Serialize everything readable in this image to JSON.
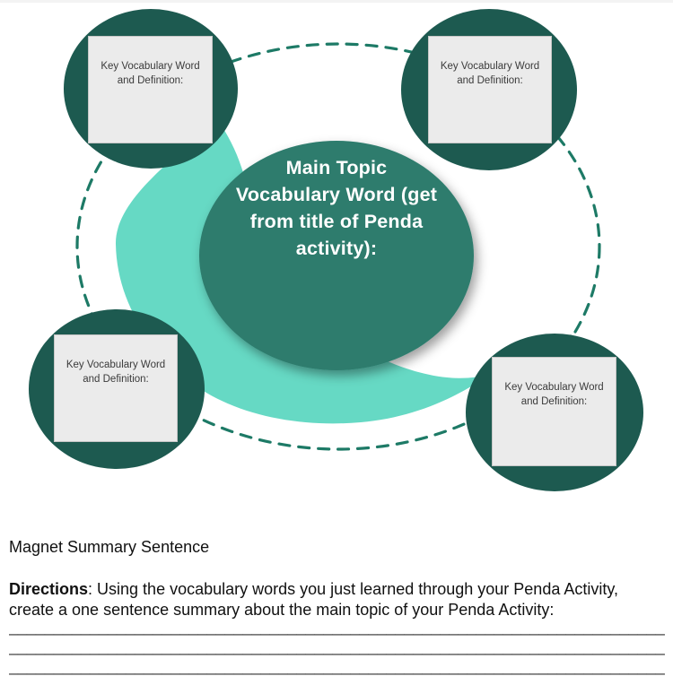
{
  "diagram": {
    "center_label": "Main Topic\nVocabulary Word (get\nfrom title of Penda\nactivity):",
    "boxes": [
      {
        "position": "top-left",
        "label": "Key Vocabulary Word\nand Definition:"
      },
      {
        "position": "top-right",
        "label": "Key Vocabulary Word\nand Definition:"
      },
      {
        "position": "bottom-left",
        "label": "Key Vocabulary Word\nand Definition:"
      },
      {
        "position": "bottom-right",
        "label": "Key Vocabulary Word\nand Definition:"
      }
    ],
    "colors": {
      "circle": "#1d5a50",
      "center_ellipse": "#2d7c6d",
      "swoosh": "#66d9c4",
      "dash": "#1d7a66",
      "box_fill": "#ebebeb",
      "box_border": "#c6c6c6"
    }
  },
  "summary": {
    "title": "Magnet Summary Sentence",
    "directions_label": "Directions",
    "directions_rest": ": Using the vocabulary words you just learned through your Penda Activity,\ncreate a one sentence summary about the main topic of your Penda Activity:",
    "answer_lines": [
      "_________________________________________________________________________",
      "_________________________________________________________________________",
      "_________________________________________________________________________"
    ]
  }
}
